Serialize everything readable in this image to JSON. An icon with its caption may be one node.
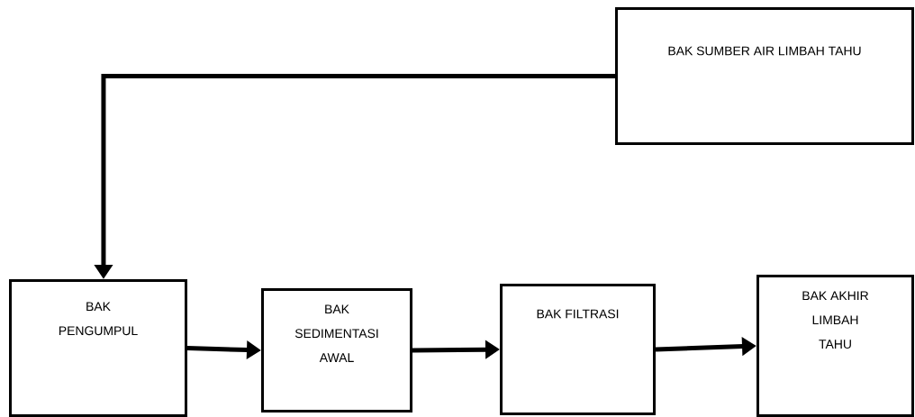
{
  "diagram": {
    "nodes": [
      {
        "text": [
          "BAK SUMBER AIR LIMBAH TAHU"
        ]
      },
      {
        "text": [
          "BAK PENGUMPUL"
        ]
      },
      {
        "text": [
          "BAK SEDIMENTASI AWAL"
        ]
      },
      {
        "text": [
          "BAK FILTRASI"
        ]
      },
      {
        "text": [
          "BAK AKHIR LIMBAH TAHU"
        ]
      }
    ],
    "edges": [
      {
        "from": 0,
        "to": 1,
        "arrow": "to"
      },
      {
        "from": 1,
        "to": 2,
        "arrow": "to"
      },
      {
        "from": 2,
        "to": 3,
        "arrow": "to"
      },
      {
        "from": 3,
        "to": 4,
        "arrow": "to"
      }
    ]
  }
}
